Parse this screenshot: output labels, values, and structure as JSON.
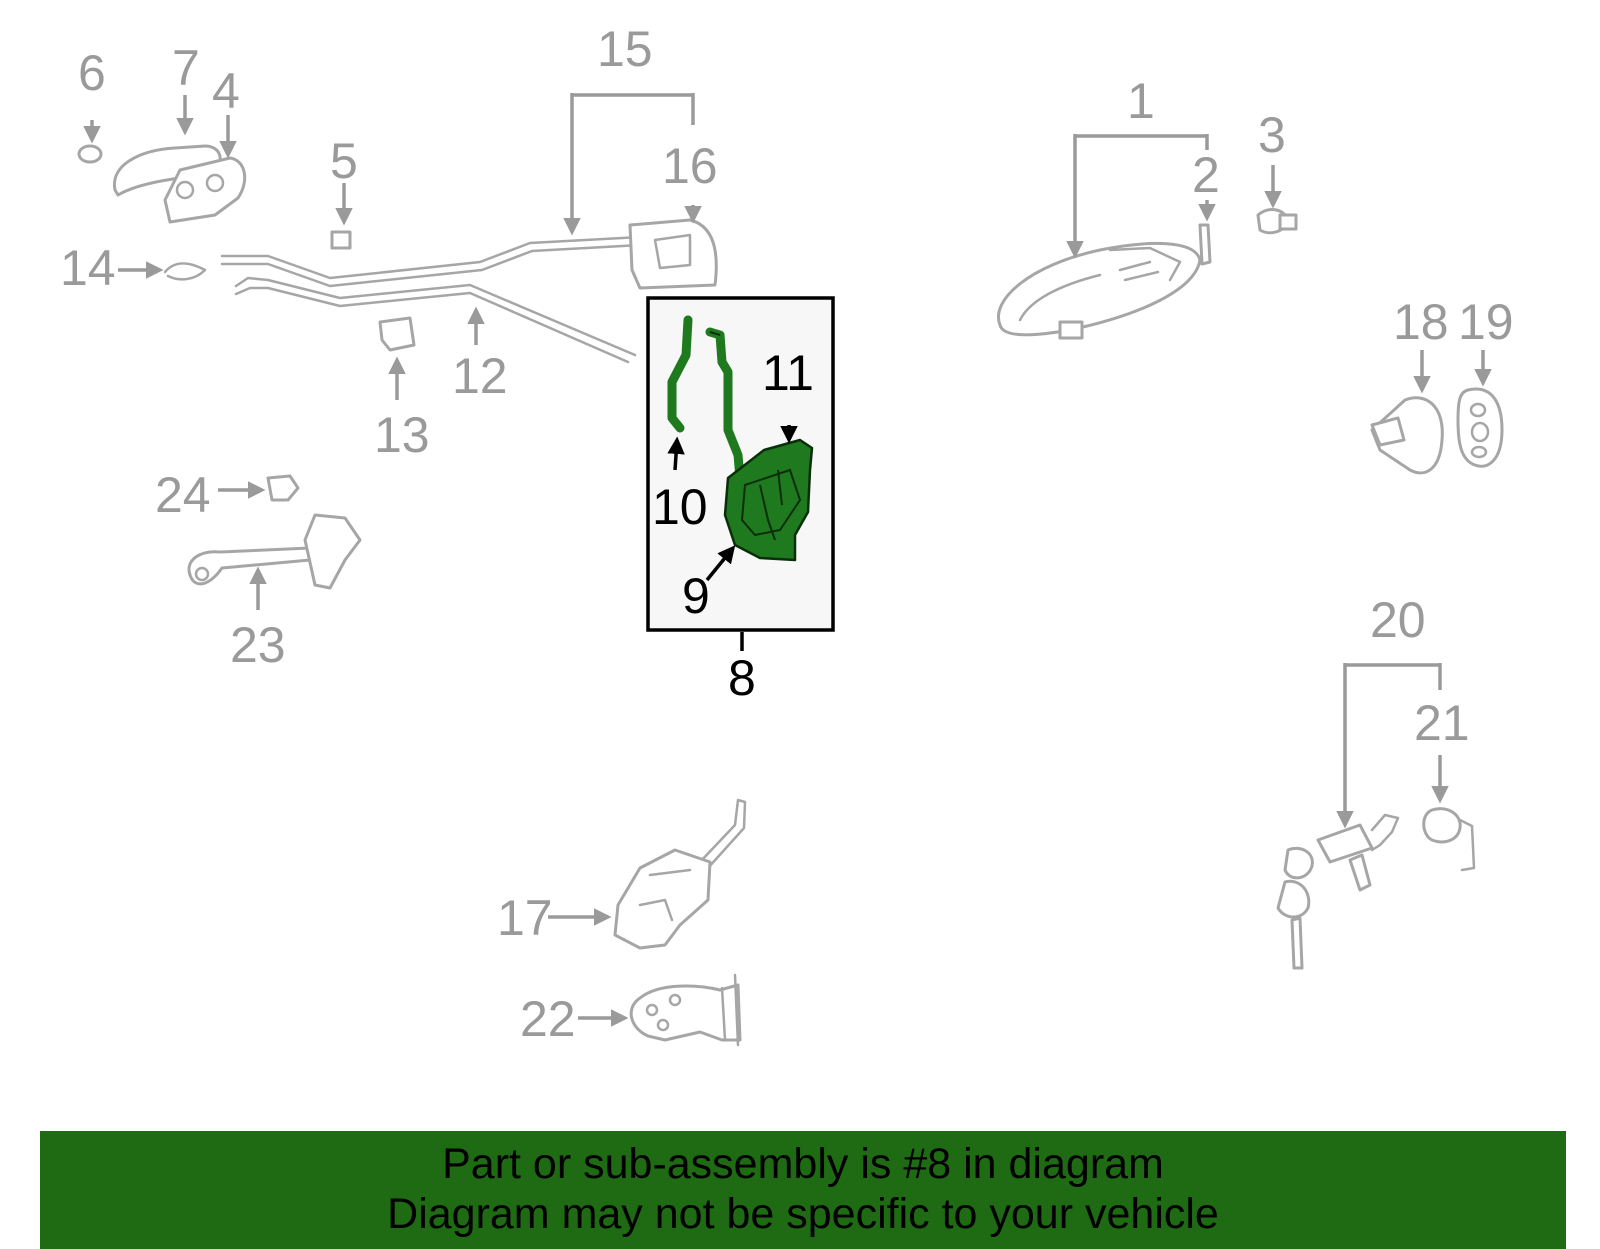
{
  "callouts": {
    "c1": "1",
    "c2": "2",
    "c3": "3",
    "c4": "4",
    "c5": "5",
    "c6": "6",
    "c7": "7",
    "c8": "8",
    "c9": "9",
    "c10": "10",
    "c11": "11",
    "c12": "12",
    "c13": "13",
    "c14": "14",
    "c15": "15",
    "c16": "16",
    "c17": "17",
    "c18": "18",
    "c19": "19",
    "c20": "20",
    "c21": "21",
    "c22": "22",
    "c23": "23",
    "c24": "24"
  },
  "highlighted_part": "8",
  "colors": {
    "highlight": "#1f7a1f",
    "banner": "#1e6b14",
    "callout_gray": "#9a9a9a"
  },
  "banner": {
    "line1": "Part or sub-assembly is #8 in diagram",
    "line2": "Diagram may not be specific to your vehicle"
  }
}
